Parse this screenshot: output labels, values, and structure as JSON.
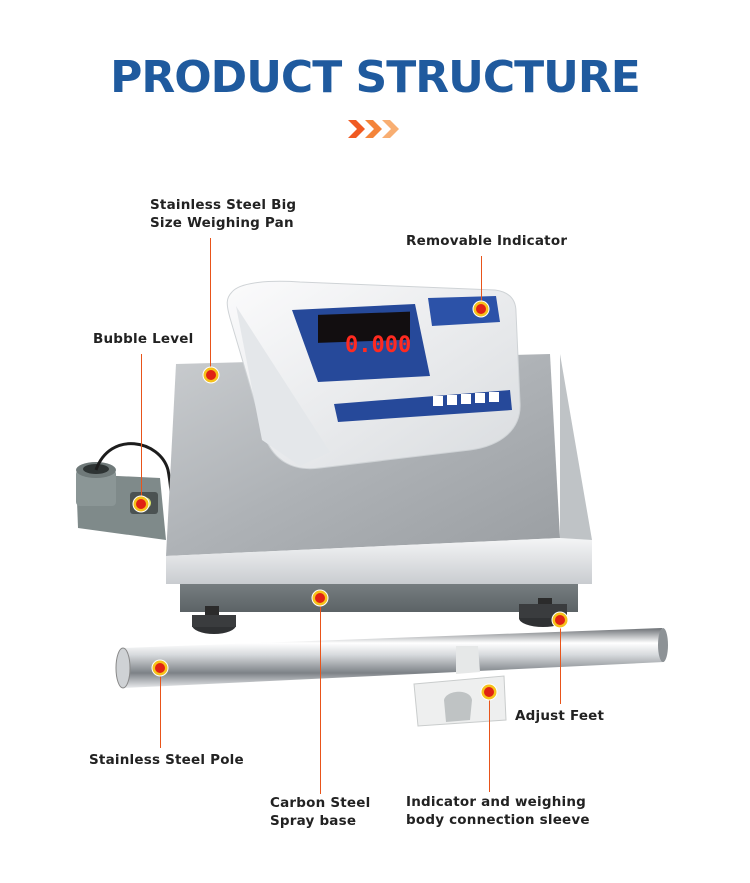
{
  "title": "PRODUCT STRUCTURE",
  "indicator_display": "0.000",
  "labels": {
    "weighing_pan_line1": "Stainless Steel Big",
    "weighing_pan_line2": "Size Weighing Pan",
    "removable_indicator": "Removable Indicator",
    "bubble_level": "Bubble Level",
    "adjust_feet": "Adjust Feet",
    "stainless_pole": "Stainless Steel Pole",
    "carbon_base_line1": "Carbon Steel",
    "carbon_base_line2": "Spray base",
    "sleeve_line1": "Indicator and weighing",
    "sleeve_line2": "body connection sleeve"
  },
  "colors": {
    "title": "#1f5a9e",
    "accent": "#f28a2e",
    "leader": "#e8541a",
    "marker": "#e02214"
  }
}
